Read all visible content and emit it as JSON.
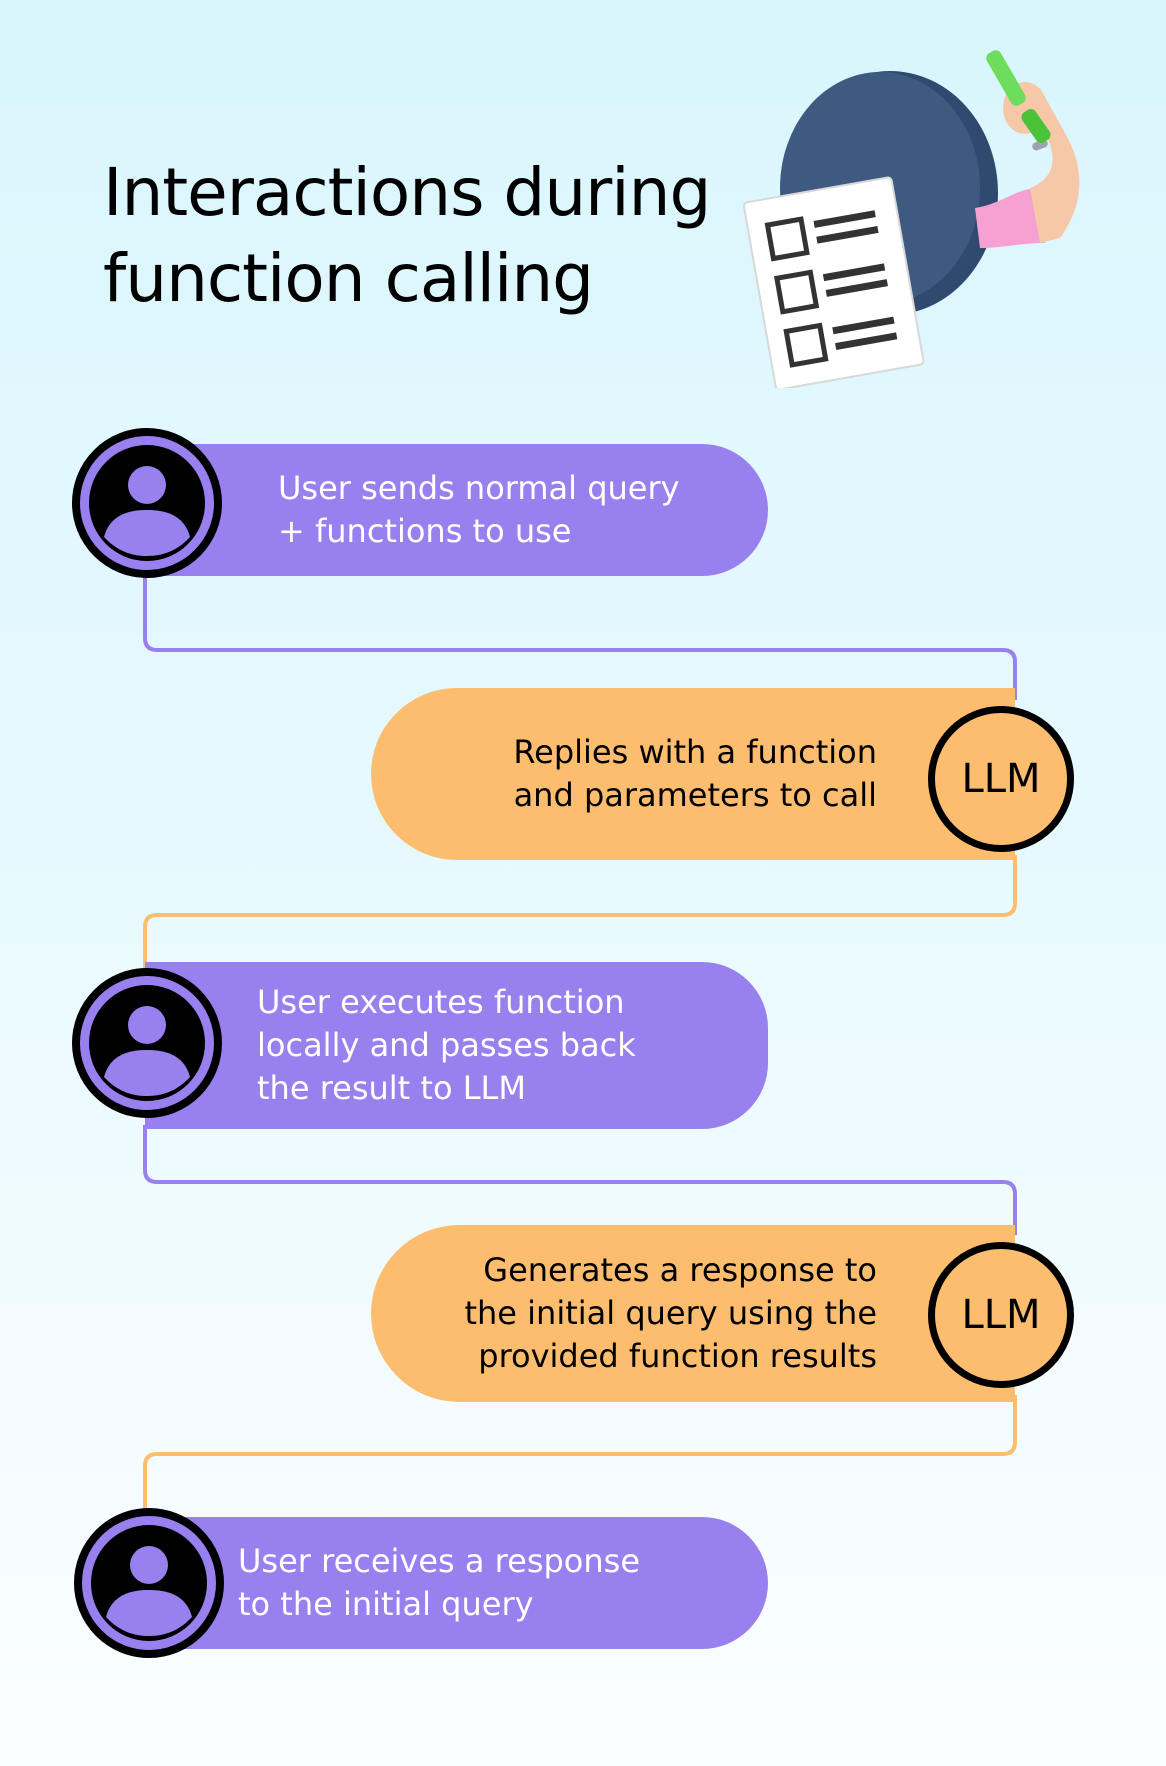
{
  "title": {
    "line1": "Interactions during",
    "line2": "function calling"
  },
  "steps": [
    {
      "actor": "user",
      "icon": "user-avatar-icon",
      "text": "User sends normal query\n+ functions to use"
    },
    {
      "actor": "llm",
      "badge": "LLM",
      "text": "Replies with a function\nand parameters to call"
    },
    {
      "actor": "user",
      "icon": "user-avatar-icon",
      "text": "User executes function\nlocally and passes back\nthe result to LLM"
    },
    {
      "actor": "llm",
      "badge": "LLM",
      "text": "Generates a response to\nthe initial query using the\nprovided function results"
    },
    {
      "actor": "user",
      "icon": "user-avatar-icon",
      "text": "User receives a response\nto the initial query"
    }
  ],
  "colors": {
    "user": "#9880ef",
    "llm": "#fdbd6f",
    "outline": "#000000",
    "background_top": "#d9f6fd",
    "background_bottom": "#fbfeff"
  },
  "illustration_icon": "checklist-hand-icon"
}
